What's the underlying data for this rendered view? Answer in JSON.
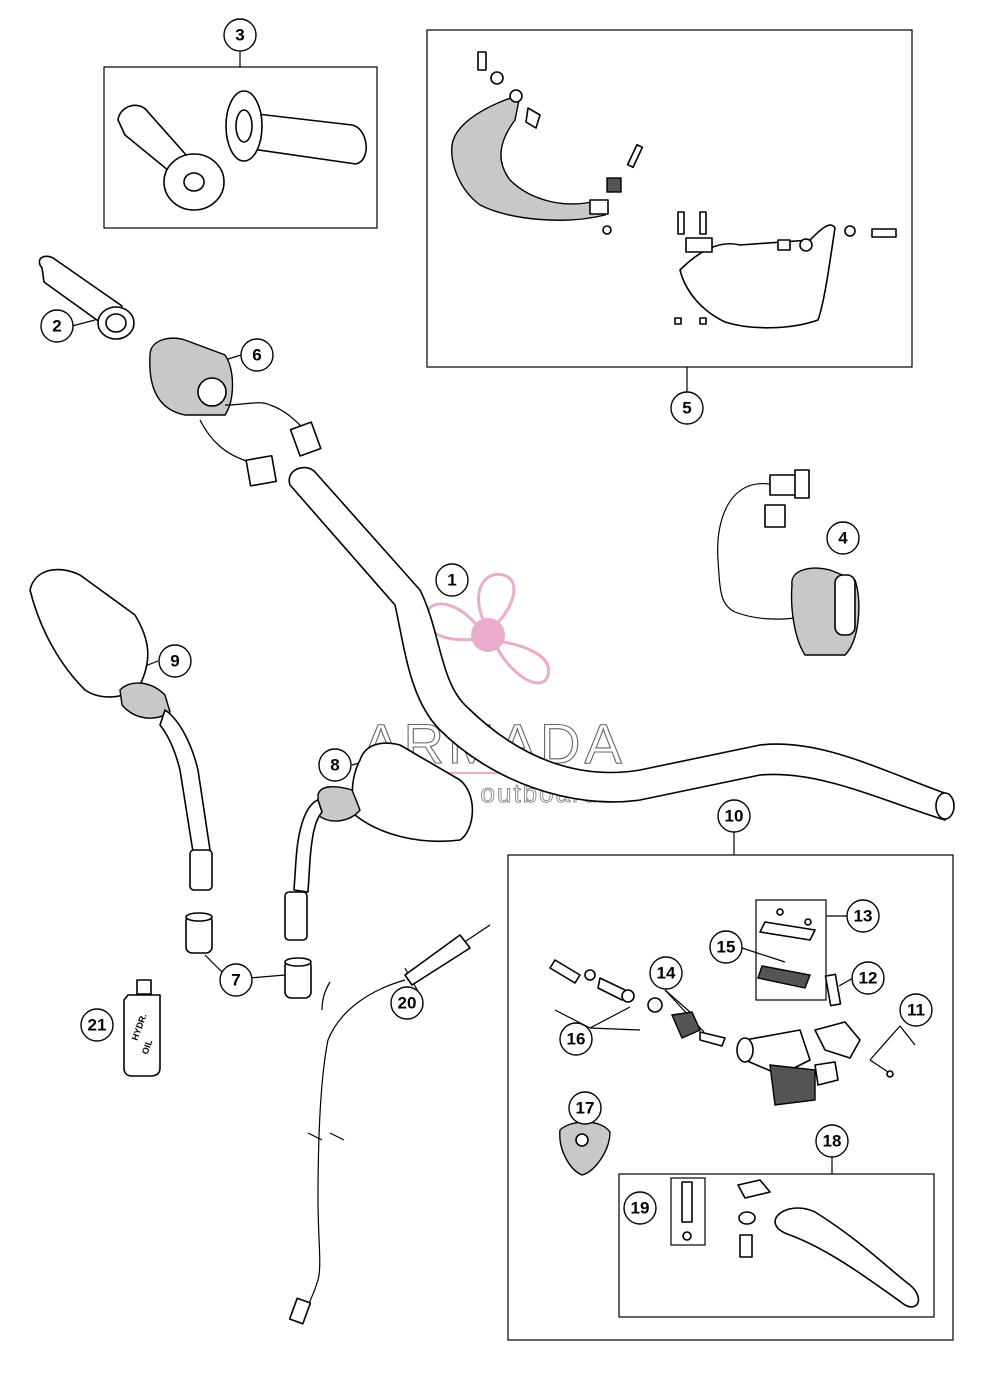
{
  "callouts": [
    {
      "id": "1",
      "label": "1"
    },
    {
      "id": "2",
      "label": "2"
    },
    {
      "id": "3",
      "label": "3"
    },
    {
      "id": "4",
      "label": "4"
    },
    {
      "id": "5",
      "label": "5"
    },
    {
      "id": "6",
      "label": "6"
    },
    {
      "id": "7",
      "label": "7"
    },
    {
      "id": "8",
      "label": "8"
    },
    {
      "id": "9",
      "label": "9"
    },
    {
      "id": "10",
      "label": "10"
    },
    {
      "id": "11",
      "label": "11"
    },
    {
      "id": "12",
      "label": "12"
    },
    {
      "id": "13",
      "label": "13"
    },
    {
      "id": "14",
      "label": "14"
    },
    {
      "id": "15",
      "label": "15"
    },
    {
      "id": "16",
      "label": "16"
    },
    {
      "id": "17",
      "label": "17"
    },
    {
      "id": "18",
      "label": "18"
    },
    {
      "id": "19",
      "label": "19"
    },
    {
      "id": "20",
      "label": "20"
    },
    {
      "id": "21",
      "label": "21"
    }
  ],
  "oil_bottle": {
    "line1": "HYDR.",
    "line2": "OIL"
  },
  "watermark": {
    "brand": "ARMADA",
    "tagline": "marine outboards",
    "colors": {
      "logo": "#e8a3c8",
      "text": "#555555"
    }
  }
}
